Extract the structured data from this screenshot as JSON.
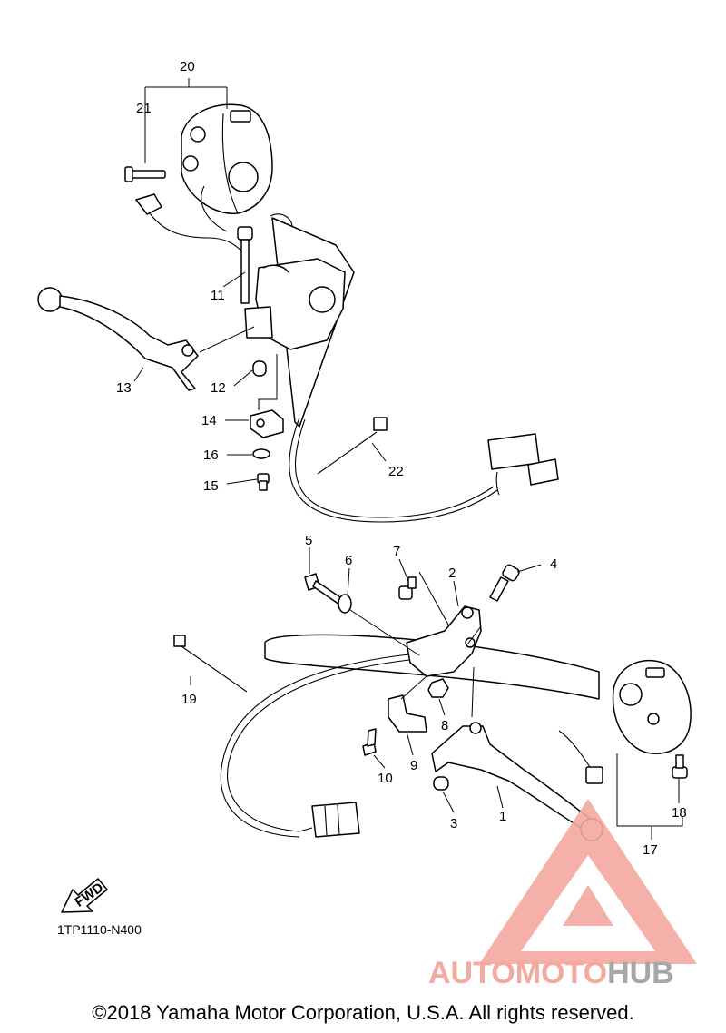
{
  "diagram": {
    "callouts": [
      "20",
      "21",
      "11",
      "13",
      "12",
      "14",
      "16",
      "15",
      "22",
      "5",
      "6",
      "7",
      "2",
      "4",
      "19",
      "8",
      "9",
      "10",
      "3",
      "1",
      "18",
      "17"
    ],
    "fwd_label": "FWD",
    "code": "1TP1110-N400"
  },
  "watermark": {
    "part1": "AUTOMOTO",
    "part2": "HUB",
    "color_primary": "#f4a9a0",
    "color_secondary": "#a7a7a7"
  },
  "footer": {
    "copyright": "©2018 Yamaha Motor Corporation, U.S.A. All rights reserved."
  }
}
